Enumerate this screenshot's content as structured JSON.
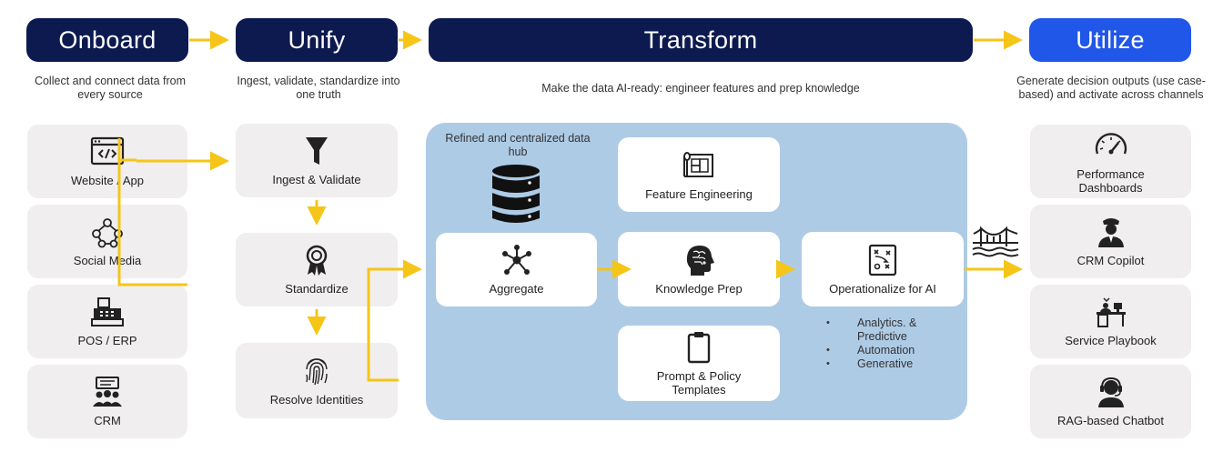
{
  "stages": {
    "onboard": {
      "title": "Onboard",
      "subtitle": "Collect and connect data from every source"
    },
    "unify": {
      "title": "Unify",
      "subtitle": "Ingest, validate, standardize into one truth"
    },
    "transform": {
      "title": "Transform",
      "subtitle": "Make the data AI-ready: engineer features and prep knowledge"
    },
    "utilize": {
      "title": "Utilize",
      "subtitle": "Generate decision outputs (use case-based) and activate across channels"
    }
  },
  "sources": [
    {
      "label": "Website / App",
      "icon": "code-window-icon"
    },
    {
      "label": "Social Media",
      "icon": "social-network-icon"
    },
    {
      "label": "POS / ERP",
      "icon": "cash-register-icon"
    },
    {
      "label": "CRM",
      "icon": "crm-people-icon"
    }
  ],
  "unify_steps": [
    {
      "label": "Ingest & Validate",
      "icon": "funnel-icon"
    },
    {
      "label": "Standardize",
      "icon": "award-ribbon-icon"
    },
    {
      "label": "Resolve Identities",
      "icon": "fingerprint-icon"
    }
  ],
  "transform": {
    "hub_label": "Refined and centralized data hub",
    "aggregate": "Aggregate",
    "feature_engineering": "Feature Engineering",
    "knowledge_prep": "Knowledge Prep",
    "prompt_policy": "Prompt & Policy Templates",
    "operationalize": "Operationalize for AI",
    "operationalize_items": [
      "Analytics. & Predictive",
      "Automation",
      "Generative"
    ]
  },
  "outputs": [
    {
      "label": "Performance Dashboards",
      "icon": "gauge-icon"
    },
    {
      "label": "CRM Copilot",
      "icon": "copilot-agent-icon"
    },
    {
      "label": "Service Playbook",
      "icon": "desk-workspace-icon"
    },
    {
      "label": "RAG-based Chatbot",
      "icon": "headset-agent-icon"
    }
  ],
  "colors": {
    "navy": "#0c1a4f",
    "bright_blue": "#2157e8",
    "panel_blue": "#aecbe6",
    "card_gray": "#f0eeee",
    "arrow_yellow": "#f5c518"
  }
}
